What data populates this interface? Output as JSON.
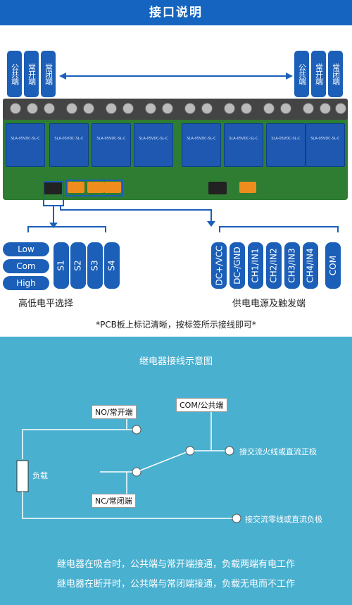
{
  "header": {
    "title": "接口说明"
  },
  "top_tags": {
    "left": [
      "公共端",
      "常开端",
      "常闭端"
    ],
    "right": [
      "公共端",
      "常开端",
      "常闭端"
    ]
  },
  "board": {
    "relay_text": "SLA-05VDC-SL-C"
  },
  "level_select": {
    "options": [
      "Low",
      "Com",
      "High"
    ],
    "pins": [
      "S1",
      "S2",
      "S3",
      "S4"
    ],
    "caption": "高低电平选择"
  },
  "power_trigger": {
    "pins": [
      "DC+/VCC",
      "DC-/GND",
      "CH1/IN1",
      "CH2/IN2",
      "CH3/IN3",
      "CH4/IN4",
      "COM"
    ],
    "caption": "供电电源及触发端"
  },
  "note": "*PCB板上标记清晰，按标签所示接线即可*",
  "wiring": {
    "title": "继电器接线示意图",
    "no_label": "NO/常开端",
    "com_label": "COM/公共端",
    "nc_label": "NC/常闭端",
    "load_label": "负载",
    "live_label": "接交流火线或直流正极",
    "neutral_label": "接交流零线或直流负极"
  },
  "statements": [
    "继电器在吸合时，公共端与常开端接通，负载两端有电工作",
    "继电器在断开时，公共端与常闭端接通，负载无电而不工作"
  ],
  "colors": {
    "header": "#1565c0",
    "tag": "#1b5fb8",
    "bottom": "#4ab0d0",
    "board": "#2e7d32"
  }
}
